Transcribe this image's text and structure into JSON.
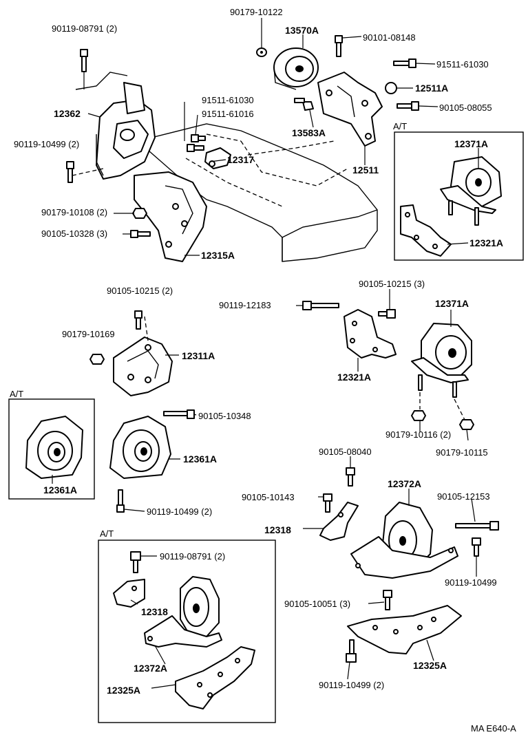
{
  "labels": {
    "p_90119_08791_top": "90119-08791 (2)",
    "p_12362": "12362",
    "p_90119_10499_left": "90119-10499 (2)",
    "p_90179_10108": "90179-10108 (2)",
    "p_90105_10328": "90105-10328 (3)",
    "p_12315A": "12315A",
    "p_91511_61030_mid": "91511-61030",
    "p_91511_61016": "91511-61016",
    "p_12317": "12317",
    "p_90179_10122": "90179-10122",
    "p_13570A": "13570A",
    "p_90101_08148": "90101-08148",
    "p_91511_61030_right": "91511-61030",
    "p_12511A": "12511A",
    "p_90105_08055": "90105-08055",
    "p_13583A": "13583A",
    "p_12511": "12511",
    "at_top": "A/T",
    "p_12371A_box": "12371A",
    "p_12321A_box": "12321A",
    "p_90105_10215_left": "90105-10215 (2)",
    "p_90179_10169": "90179-10169",
    "p_12311A": "12311A",
    "p_90105_10348": "90105-10348",
    "at_left": "A/T",
    "p_12361A_box": "12361A",
    "p_12361A": "12361A",
    "p_90119_10499_mid": "90119-10499 (2)",
    "p_90105_10215_right": "90105-10215 (3)",
    "p_90119_12183": "90119-12183",
    "p_12371A": "12371A",
    "p_12321A": "12321A",
    "p_90179_10116": "90179-10116 (2)",
    "p_90179_10115": "90179-10115",
    "p_90105_08040": "90105-08040",
    "p_90105_10143": "90105-10143",
    "p_12372A": "12372A",
    "p_90105_12153": "90105-12153",
    "p_12318": "12318",
    "p_90119_10499_right": "90119-10499",
    "at_bottom": "A/T",
    "p_90119_08791_bottom": "90119-08791 (2)",
    "p_12318_box": "12318",
    "p_12372A_box": "12372A",
    "p_12325A_box": "12325A",
    "p_90105_10051": "90105-10051 (3)",
    "p_12325A": "12325A",
    "p_90119_10499_bottom": "90119-10499 (2)",
    "diagram_code": "MA E640-A"
  }
}
